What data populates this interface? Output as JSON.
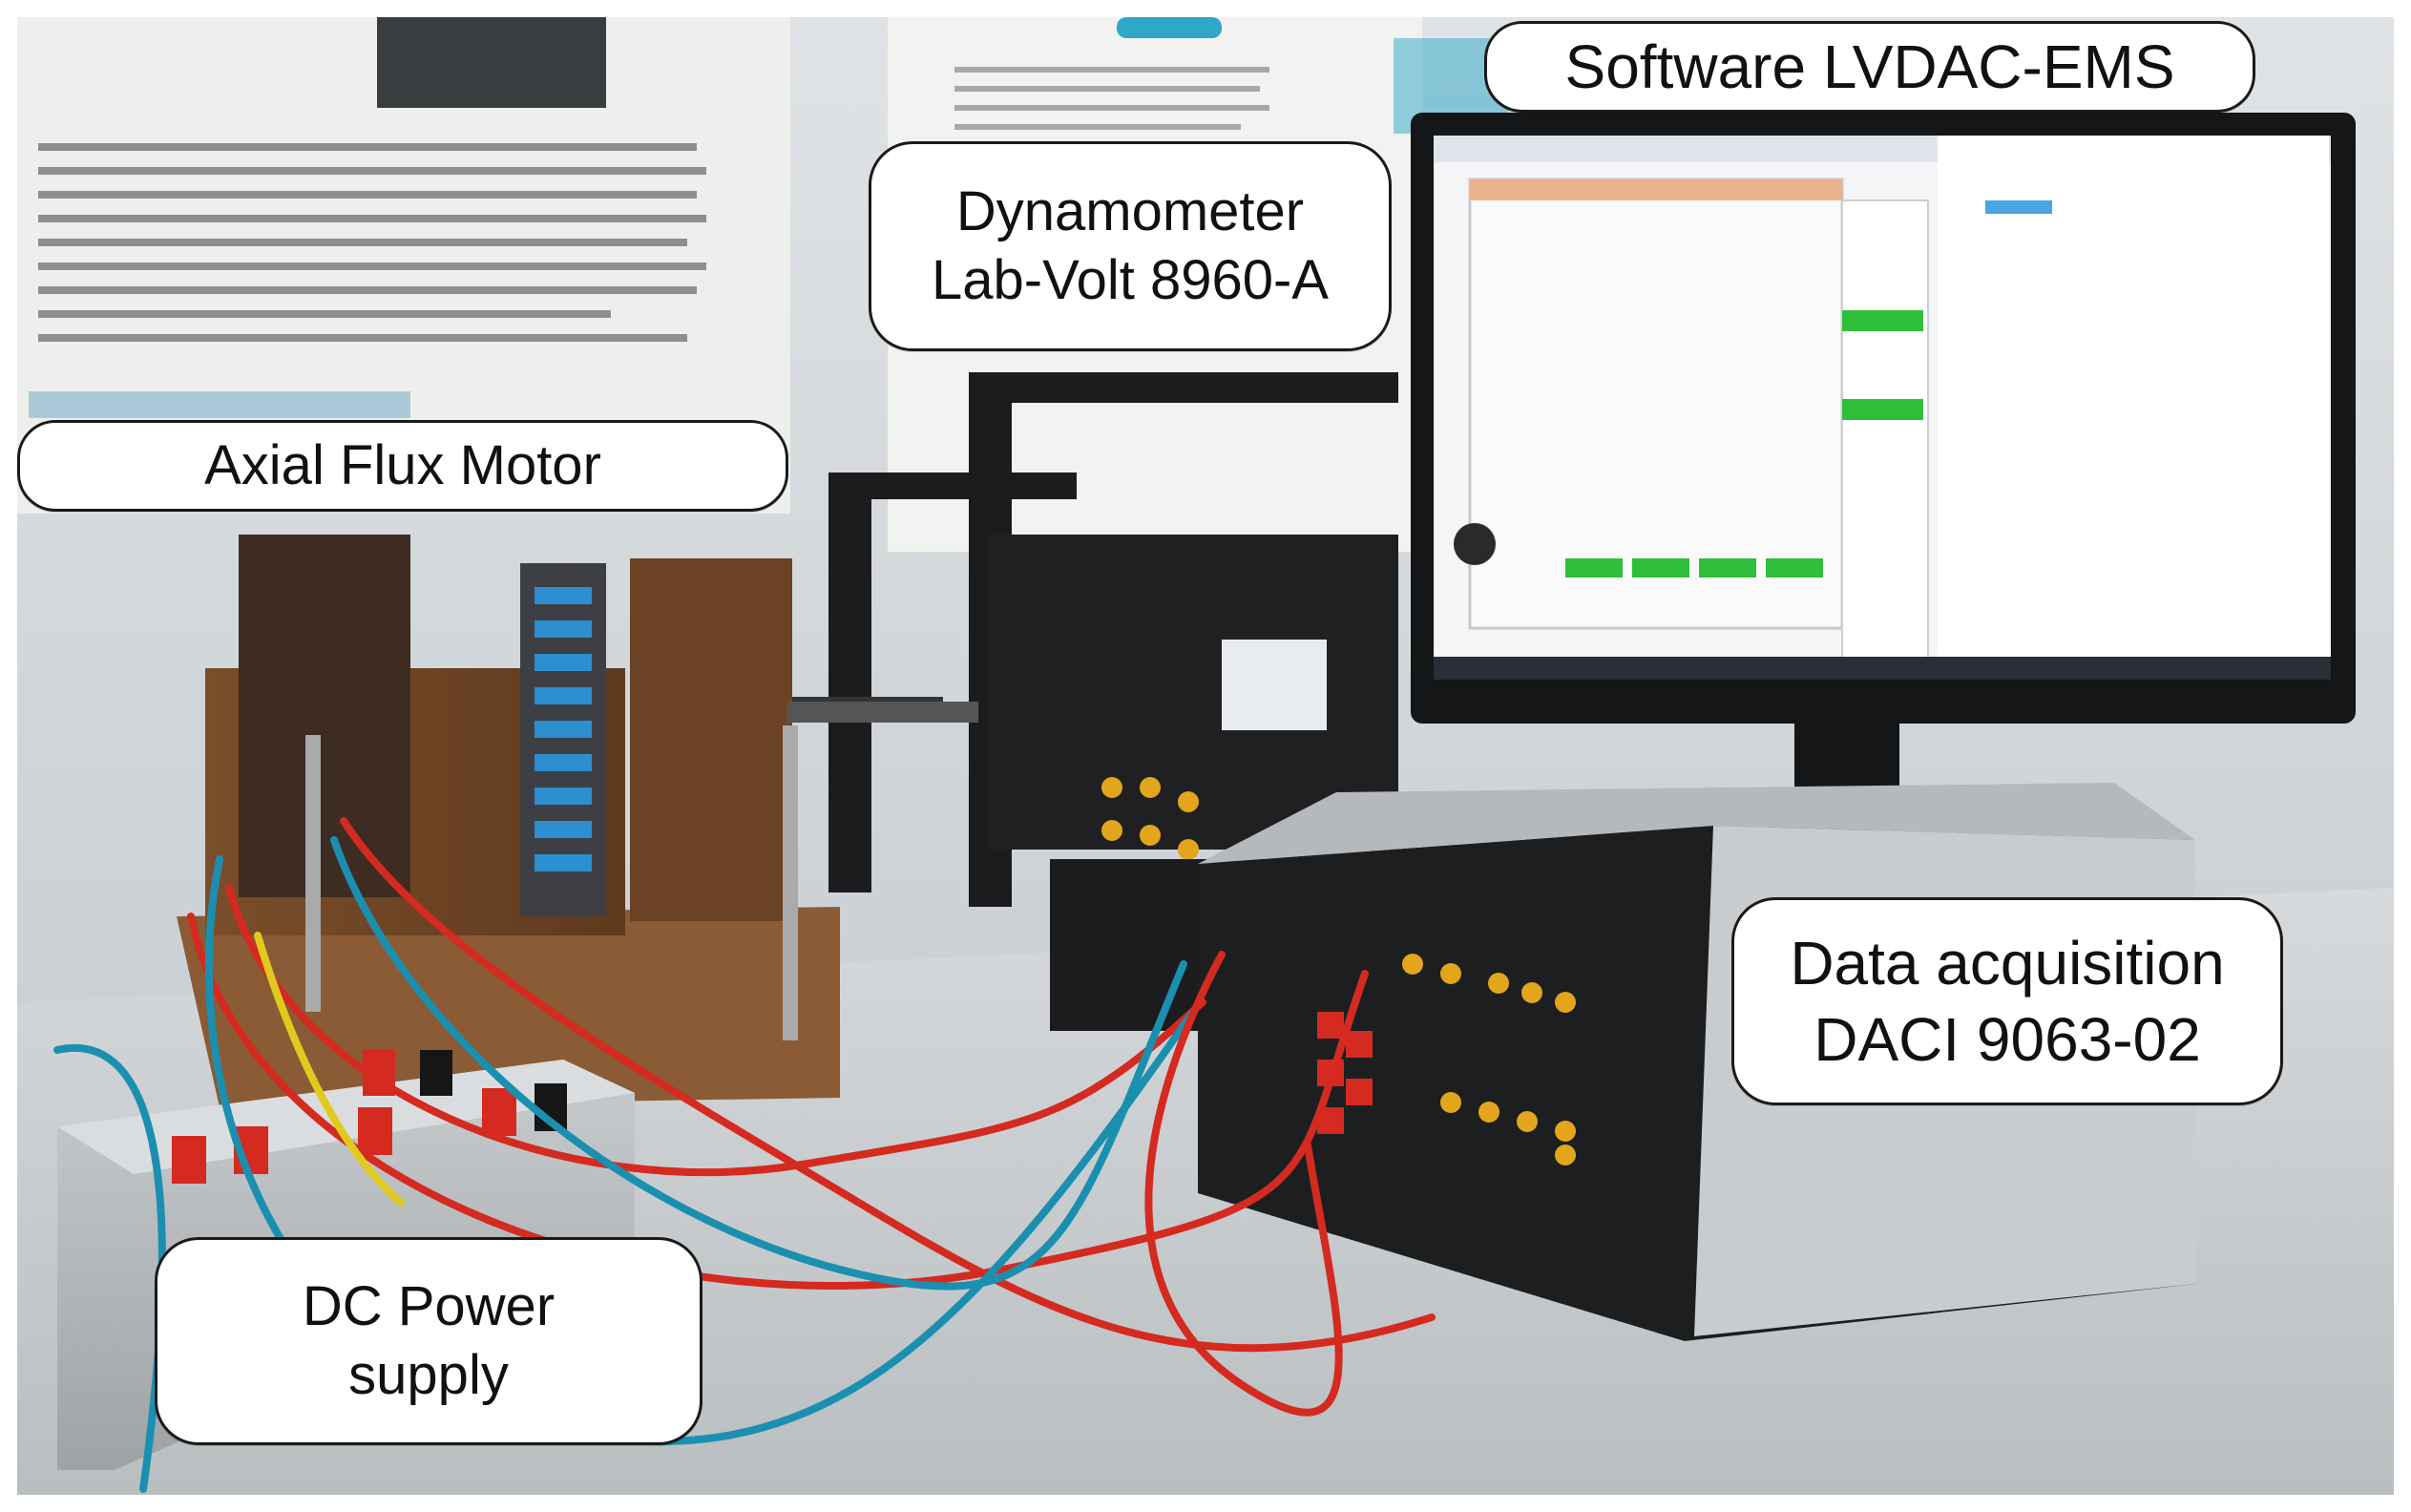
{
  "photo": {
    "labels": {
      "software": "Software LVDAC-EMS",
      "dynamometer_line1": "Dynamometer",
      "dynamometer_line2": "Lab-Volt 8960-A",
      "axial_motor": "Axial Flux Motor",
      "daq_line1": "Data acquisition",
      "daq_line2": "DACI 9063-02",
      "dc_line1": "DC Power",
      "dc_line2": "supply"
    },
    "colors": {
      "wire_red": "#d42a20",
      "wire_blue": "#1b8fb0",
      "panel_black": "#1c1c1e",
      "screen_green": "#2fbf3a",
      "jack_yellow": "#e3a51c"
    }
  }
}
